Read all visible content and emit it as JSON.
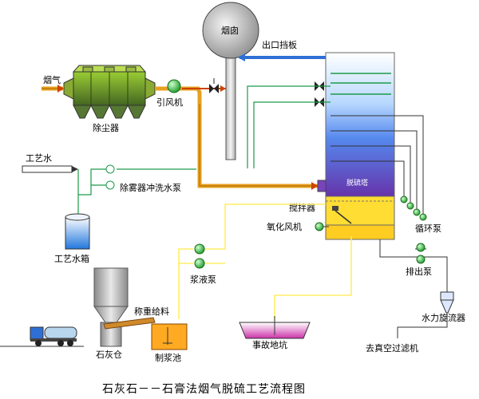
{
  "diagram": {
    "title": "石灰石－－石膏法烟气脱硫工艺流程图",
    "labels": {
      "chimney": "烟囱",
      "outlet_damper": "出口挡板",
      "flue_gas": "烟气",
      "dust_collector": "除尘器",
      "induced_fan": "引风机",
      "process_water": "工艺水",
      "demister_pump": "除雾器冲洗水泵",
      "process_water_tank": "工艺水箱",
      "absorber": "脱硫塔",
      "agitator": "搅拌器",
      "oxidation_fan": "氧化风机",
      "circulation_pump": "循环泵",
      "slurry_pump": "浆液泵",
      "discharge_pump": "排出泵",
      "weighing_feeder": "称重给料",
      "hydrocyclone": "水力旋流器",
      "limestone_silo": "石灰仓",
      "slurry_tank": "制浆池",
      "emergency_pit": "事故地坑",
      "vacuum_filter": "去真空过滤机"
    },
    "colors": {
      "flue_gas": "#e6a020",
      "clean_gas": "#2e6fd6",
      "water": "#1d9a4a",
      "slurry": "#ffee66",
      "line": "#333333",
      "pump": "#38c038"
    }
  }
}
